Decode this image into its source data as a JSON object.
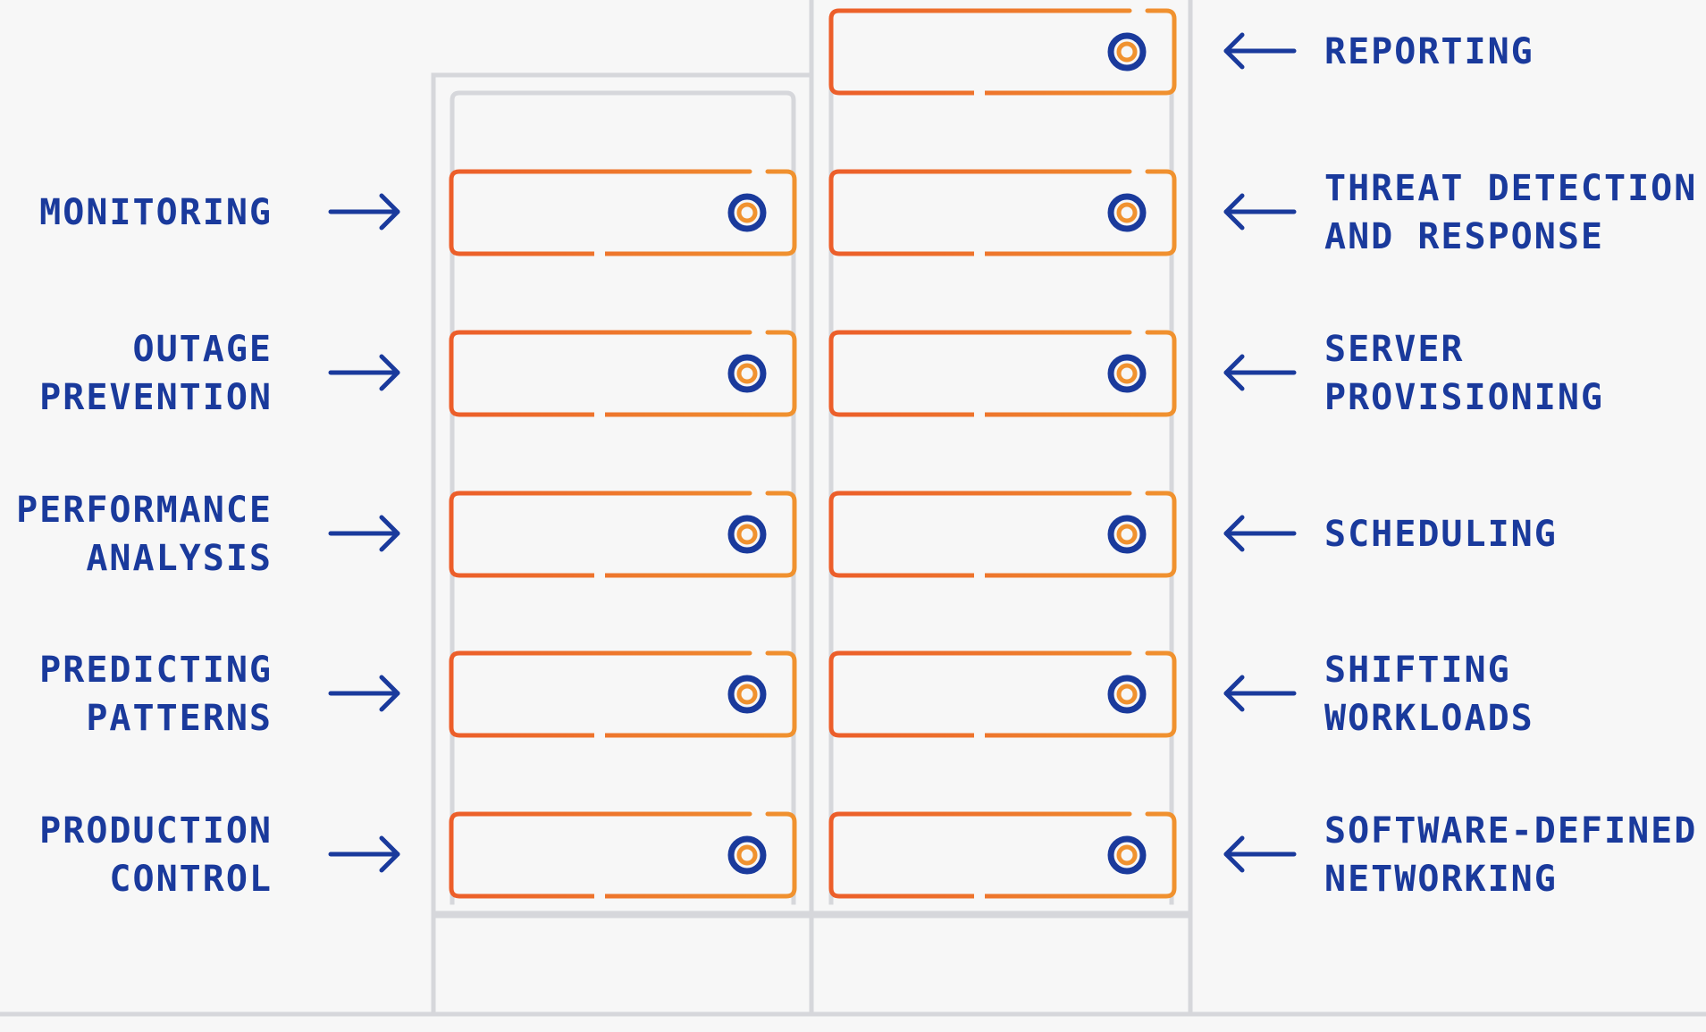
{
  "colors": {
    "background": "#f7f7f7",
    "rack_frame": "#d6d7db",
    "server_gradient_start": "#ec5e2a",
    "server_gradient_end": "#f0922f",
    "label_text": "#1a3a9c",
    "arrow": "#1a3a9c",
    "led_ring": "#1a3a9c",
    "led_center": "#f0922f"
  },
  "left_labels": [
    {
      "lines": [
        "MONITORING"
      ]
    },
    {
      "lines": [
        "OUTAGE",
        "PREVENTION"
      ]
    },
    {
      "lines": [
        "PERFORMANCE",
        "ANALYSIS"
      ]
    },
    {
      "lines": [
        "PREDICTING",
        "PATTERNS"
      ]
    },
    {
      "lines": [
        "PRODUCTION",
        "CONTROL"
      ]
    }
  ],
  "right_labels": [
    {
      "lines": [
        "REPORTING"
      ]
    },
    {
      "lines": [
        "THREAT DETECTION",
        "AND RESPONSE"
      ]
    },
    {
      "lines": [
        "SERVER",
        "PROVISIONING"
      ]
    },
    {
      "lines": [
        "SCHEDULING"
      ]
    },
    {
      "lines": [
        "SHIFTING",
        "WORKLOADS"
      ]
    },
    {
      "lines": [
        "SOFTWARE-DEFINED",
        "NETWORKING"
      ]
    }
  ],
  "icons": {
    "left_arrow": "arrow-right-icon",
    "right_arrow": "arrow-left-icon",
    "server": "server-unit-icon",
    "status_led": "status-led-icon"
  }
}
